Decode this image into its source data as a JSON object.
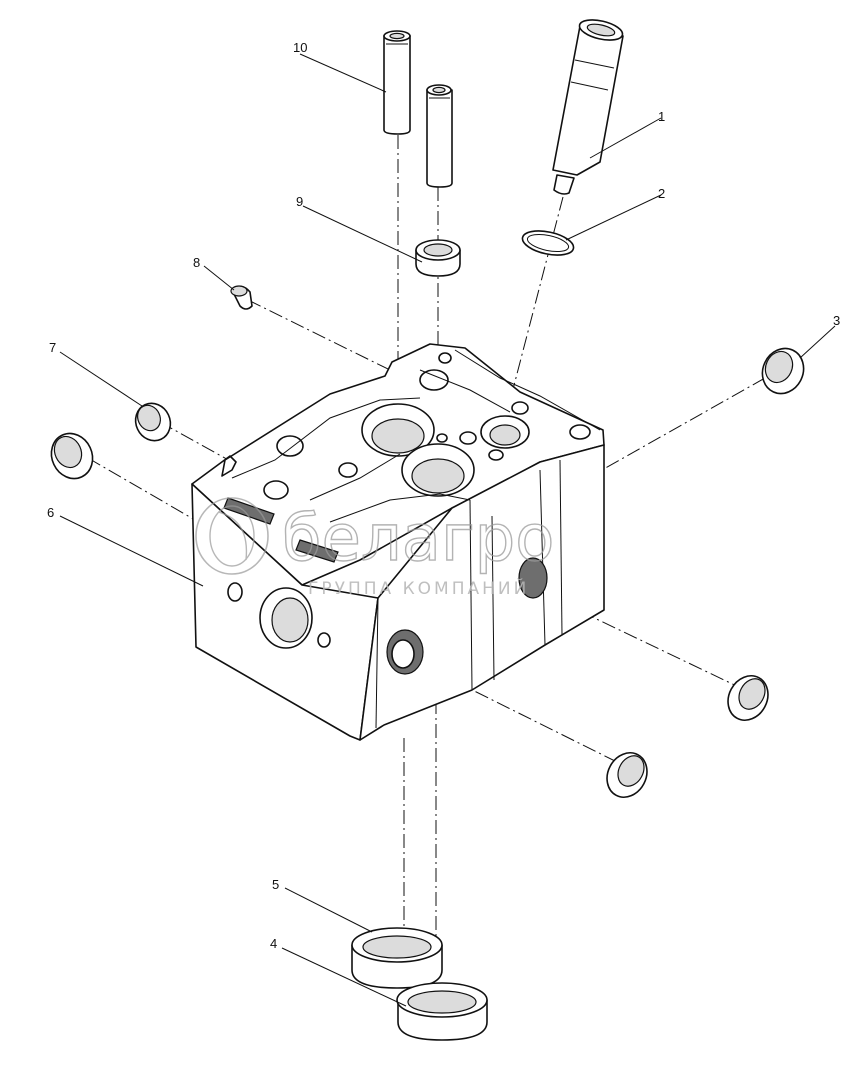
{
  "callouts": [
    "1",
    "2",
    "3",
    "4",
    "5",
    "6",
    "7",
    "8",
    "9",
    "10"
  ],
  "watermark": {
    "brand": "белагро",
    "tagline": "ГРУППА КОМПАНИЙ"
  },
  "parts": [
    {
      "number": "1",
      "shape": "injector-sleeve"
    },
    {
      "number": "2",
      "shape": "o-ring"
    },
    {
      "number": "3",
      "shape": "expansion-plug"
    },
    {
      "number": "4",
      "shape": "valve-seat-insert"
    },
    {
      "number": "5",
      "shape": "valve-seat-insert"
    },
    {
      "number": "6",
      "shape": "cylinder-head"
    },
    {
      "number": "7",
      "shape": "expansion-plug"
    },
    {
      "number": "8",
      "shape": "dowel-pin"
    },
    {
      "number": "9",
      "shape": "valve-stem-seal"
    },
    {
      "number": "10",
      "shape": "valve-guide"
    }
  ]
}
